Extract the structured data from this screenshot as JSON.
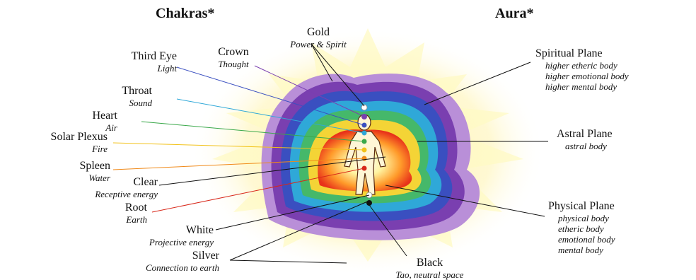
{
  "headings": {
    "chakras": "Chakras*",
    "aura": "Aura*"
  },
  "chakras": {
    "gold": {
      "name": "Gold",
      "sub": "Power & Spirit"
    },
    "crown": {
      "name": "Crown",
      "sub": "Thought"
    },
    "third_eye": {
      "name": "Third Eye",
      "sub": "Light"
    },
    "throat": {
      "name": "Throat",
      "sub": "Sound"
    },
    "heart": {
      "name": "Heart",
      "sub": "Air"
    },
    "solar_plexus": {
      "name": "Solar Plexus",
      "sub": "Fire"
    },
    "spleen": {
      "name": "Spleen",
      "sub": "Water"
    },
    "clear": {
      "name": "Clear",
      "sub": "Receptive energy"
    },
    "root": {
      "name": "Root",
      "sub": "Earth"
    },
    "white": {
      "name": "White",
      "sub": "Projective energy"
    },
    "silver": {
      "name": "Silver",
      "sub": "Connection to earth"
    },
    "black": {
      "name": "Black",
      "sub": "Tao, neutral space"
    }
  },
  "planes": {
    "spiritual": {
      "name": "Spiritual Plane",
      "lines": [
        "higher etheric body",
        "higher emotional body",
        "higher mental body"
      ]
    },
    "astral": {
      "name": "Astral Plane",
      "lines": [
        "astral body"
      ]
    },
    "physical": {
      "name": "Physical Plane",
      "lines": [
        "physical body",
        "etheric body",
        "emotional body",
        "mental body"
      ]
    }
  },
  "colors": {
    "crown": "#7a3fb0",
    "third_eye": "#3a4fc0",
    "throat": "#2fa8d8",
    "heart": "#3aa84a",
    "solar_plexus": "#f2c21a",
    "spleen": "#f08a1a",
    "root": "#d8281a"
  }
}
